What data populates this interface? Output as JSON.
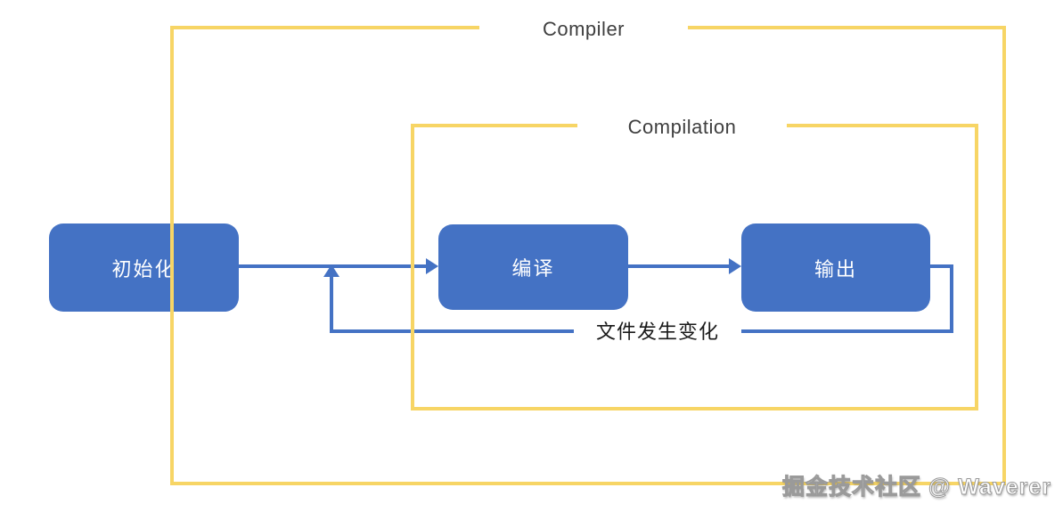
{
  "diagram": {
    "outer_group_label": "Compiler",
    "inner_group_label": "Compilation",
    "nodes": [
      {
        "id": "init",
        "label": "初始化"
      },
      {
        "id": "compile",
        "label": "编译"
      },
      {
        "id": "output",
        "label": "输出"
      }
    ],
    "edges": [
      {
        "from": "init",
        "to": "compile",
        "label": ""
      },
      {
        "from": "compile",
        "to": "output",
        "label": ""
      },
      {
        "from": "output",
        "to": "init-compile-junction",
        "label": "文件发生变化",
        "type": "feedback-loop"
      }
    ],
    "feedback_label": "文件发生变化",
    "watermark": "掘金技术社区 @ Waverer",
    "colors": {
      "node_fill": "#4472C4",
      "node_text": "#FFFFFF",
      "arrow": "#4472C4",
      "group_border": "#F7D565",
      "label_text": "#3F3F3F"
    }
  }
}
